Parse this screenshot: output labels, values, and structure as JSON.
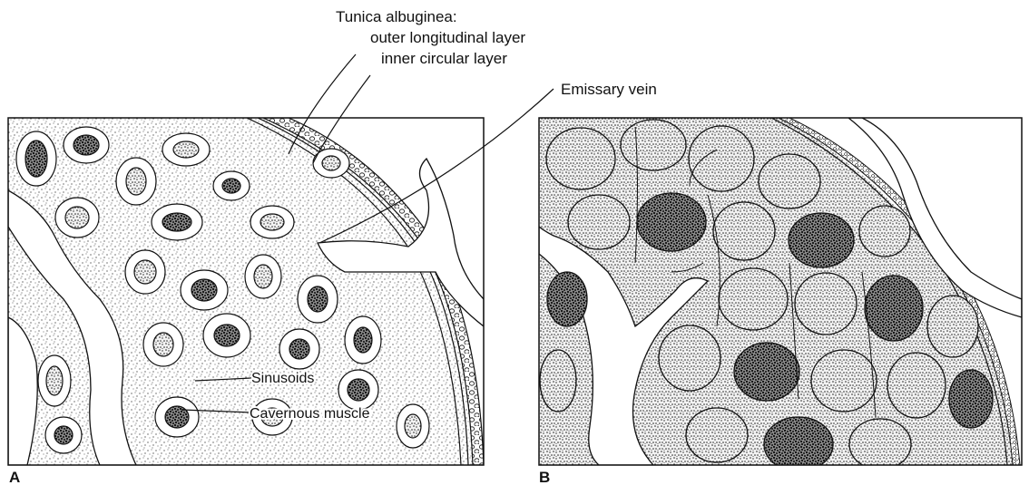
{
  "labels": {
    "tunica": "Tunica albuginea:",
    "outer_layer": "outer longitudinal layer",
    "inner_layer": "inner circular layer",
    "emissary_vein": "Emissary vein",
    "sinusoids": "Sinusoids",
    "cavernous_muscle": "Cavernous muscle"
  },
  "panels": {
    "a": "A",
    "b": "B"
  },
  "colors": {
    "ink": "#111111",
    "paper": "#ffffff",
    "stipple": "#2b2b2b"
  }
}
